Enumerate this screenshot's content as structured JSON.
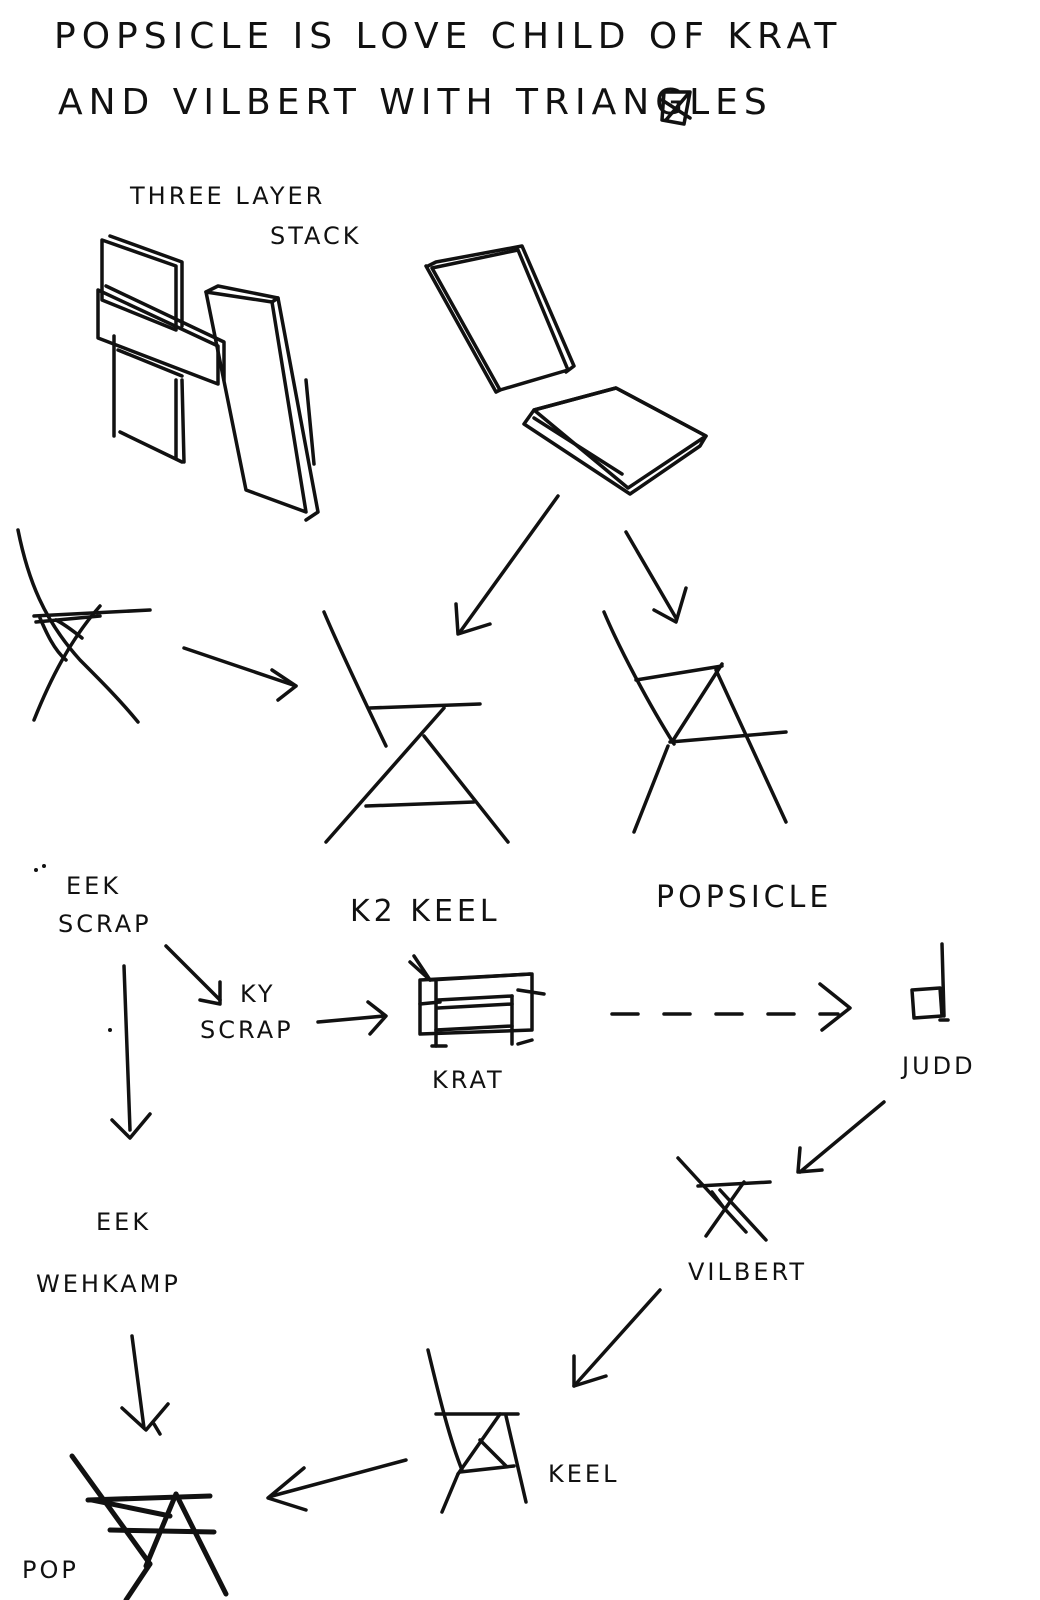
{
  "header": {
    "line1": "POPSICLE IS LOVE CHILD OF KRAT",
    "line2": "AND VILBERT WITH TRIANGLES"
  },
  "labels": {
    "three_layer_stack": "THREE LAYER",
    "three_layer_stack_2": "STACK",
    "eek_scrap_1": "EEK",
    "eek_scrap_2": "SCRAP",
    "ky_scrap_1": "KY",
    "ky_scrap_2": "SCRAP",
    "k2_keel": "K2 KEEL",
    "popsicle": "POPSICLE",
    "krat": "KRAT",
    "judd": "JUDD",
    "eek_wehkamp_1": "EEK",
    "eek_wehkamp_2": "WEHKAMP",
    "vilbert": "VILBERT",
    "keel": "KEEL",
    "pop": "POP"
  }
}
